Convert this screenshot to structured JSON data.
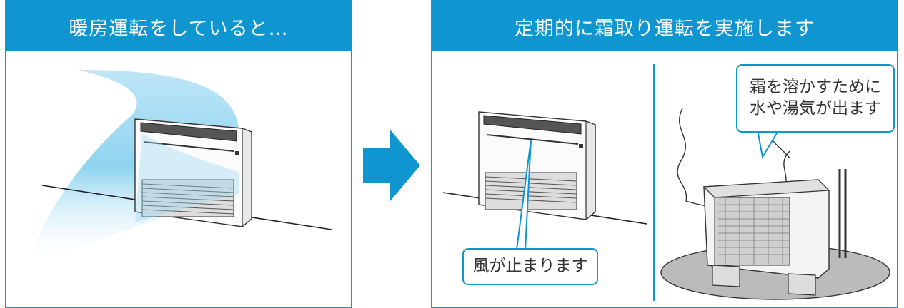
{
  "left_panel": {
    "title": "暖房運転をしていると…"
  },
  "right_panel": {
    "title": "定期的に霜取り運転を実施します",
    "wind_caption": "風が止まります",
    "steam_caption_line1": "霜を溶かすために",
    "steam_caption_line2": "水や湯気が出ます"
  },
  "colors": {
    "accent": "#0f95cf",
    "warm_air": "#8fd4f0"
  }
}
